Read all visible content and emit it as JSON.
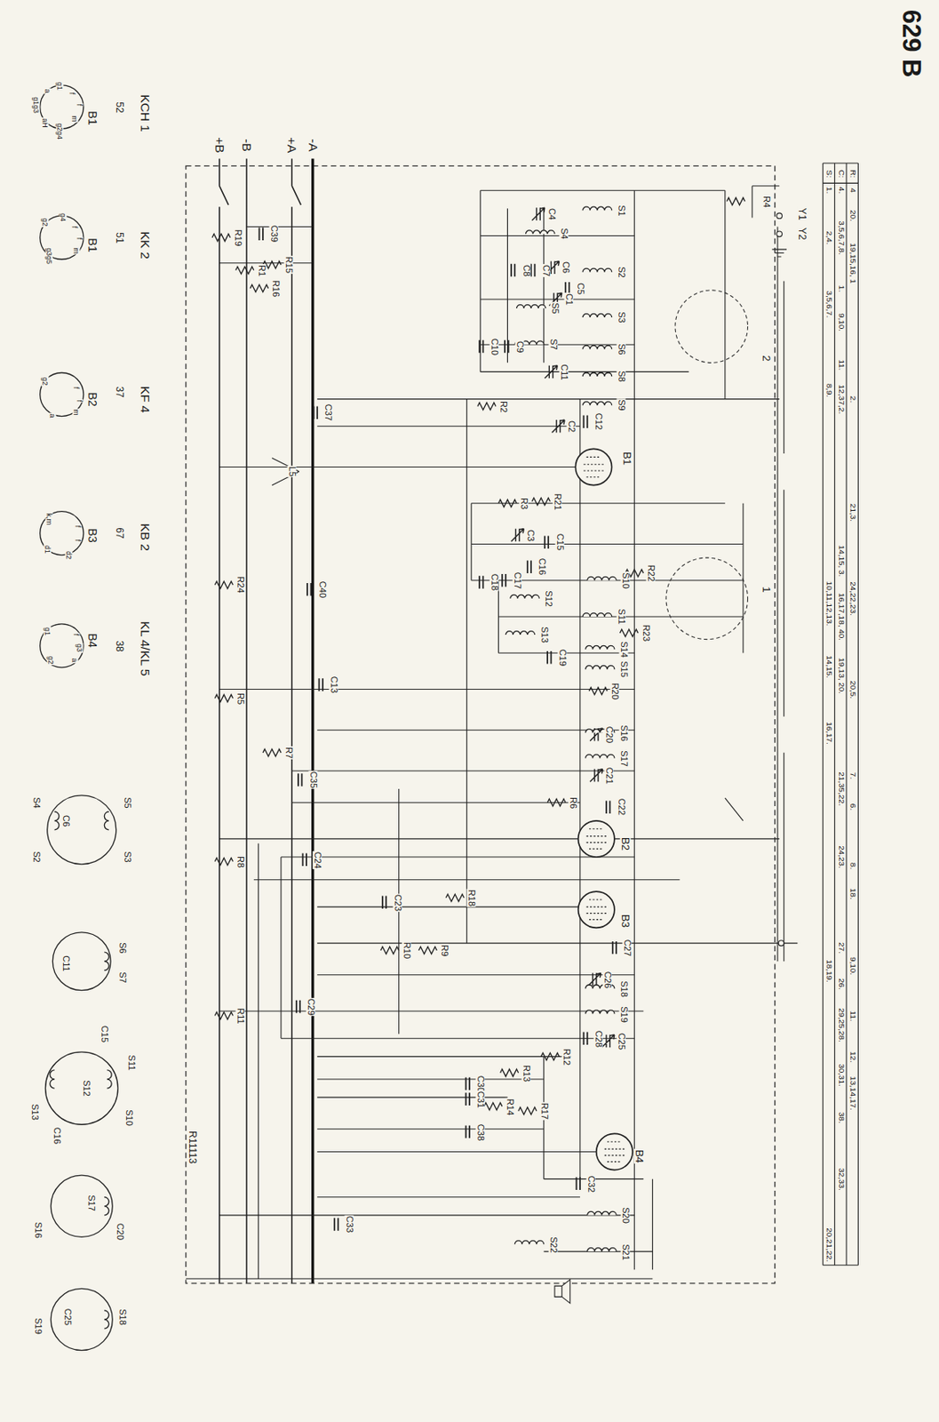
{
  "diagram": {
    "title": "629 B",
    "labels": [
      "KCH 1",
      "52",
      "B1",
      "KK 2",
      "51",
      "B1",
      "KF 4",
      "37",
      "B2",
      "KB 2",
      "67",
      "B3",
      "KL 4/KL 5",
      "38",
      "B4",
      "a",
      "f",
      "f",
      "m",
      "g1",
      "aH",
      "g2g4",
      "g1g3",
      "g2",
      "f",
      "f",
      "g4",
      "m",
      "g3g5",
      "g2",
      "f",
      "f",
      "m",
      "a",
      "k,m",
      "f",
      "f",
      "d1",
      "d2",
      "g1",
      "f",
      "g3",
      "g2",
      "a",
      "S5",
      "S3",
      "C6",
      "S4",
      "S2",
      "S6",
      "S7",
      "C11",
      "S11",
      "C15",
      "S12",
      "S10",
      "C16",
      "S13",
      "S17",
      "S16",
      "C20",
      "S18",
      "C25",
      "S19",
      "-A",
      "+A",
      "-B",
      "+B",
      "Y1",
      "Y2",
      "R4",
      "2",
      "1",
      "R11113",
      "S1",
      "C4",
      "S4",
      "S2",
      "C5",
      "C6",
      "C7",
      "C8",
      "C1",
      "S5",
      "S3",
      "S7",
      "S6",
      "C9",
      "C10",
      "C11",
      "S8",
      "S9",
      "C12",
      "R2",
      "C2",
      "C37",
      "L5",
      "B1",
      "R3",
      "R21",
      "C3",
      "C15",
      "C17",
      "C18",
      "C16",
      "S10",
      "S12",
      "S11",
      "R22",
      "S13",
      "R23",
      "S14",
      "S15",
      "C19",
      "R20",
      "C13",
      "R5",
      "C40",
      "R24",
      "C20",
      "S16",
      "S17",
      "C21",
      "R7",
      "C35",
      "C22",
      "R6",
      "B2",
      "C24",
      "R8",
      "C23",
      "R18",
      "B3",
      "C27",
      "R9",
      "R10",
      "C26",
      "S18",
      "S19",
      "R11",
      "C29",
      "C28",
      "C25",
      "R12",
      "C30",
      "C31",
      "R13",
      "R14",
      "R17",
      "C38",
      "B4",
      "C32",
      "S20",
      "S21",
      "S22",
      "C33",
      "R19",
      "R1",
      "R15",
      "R16",
      "C39",
      "S:",
      "C:",
      "R:",
      "1.",
      "2,4.",
      "3,5,6,7.",
      "8,9.",
      "10,11,12,13.",
      "14,15.",
      "16,17.",
      "18,19.",
      "20,21,22.",
      "4.",
      "3,5,6,7,8.",
      "1.",
      "9,10.",
      "11.",
      "12,37,2.",
      "14,15, 3.",
      "16,17,18, 40.",
      "19,13, 20.",
      "21,35,22.",
      "24,23.",
      "27.",
      "26.",
      "29,25,28.",
      "30,31.",
      "38.",
      "32,33.",
      "4",
      "20.",
      "19,15,16, 1",
      "2.",
      "21,3.",
      "24,22,23.",
      "20,5.",
      "7.",
      "6.",
      "8.",
      "18.",
      "9,10.",
      "11.",
      "12.",
      "13,14,17."
    ]
  }
}
